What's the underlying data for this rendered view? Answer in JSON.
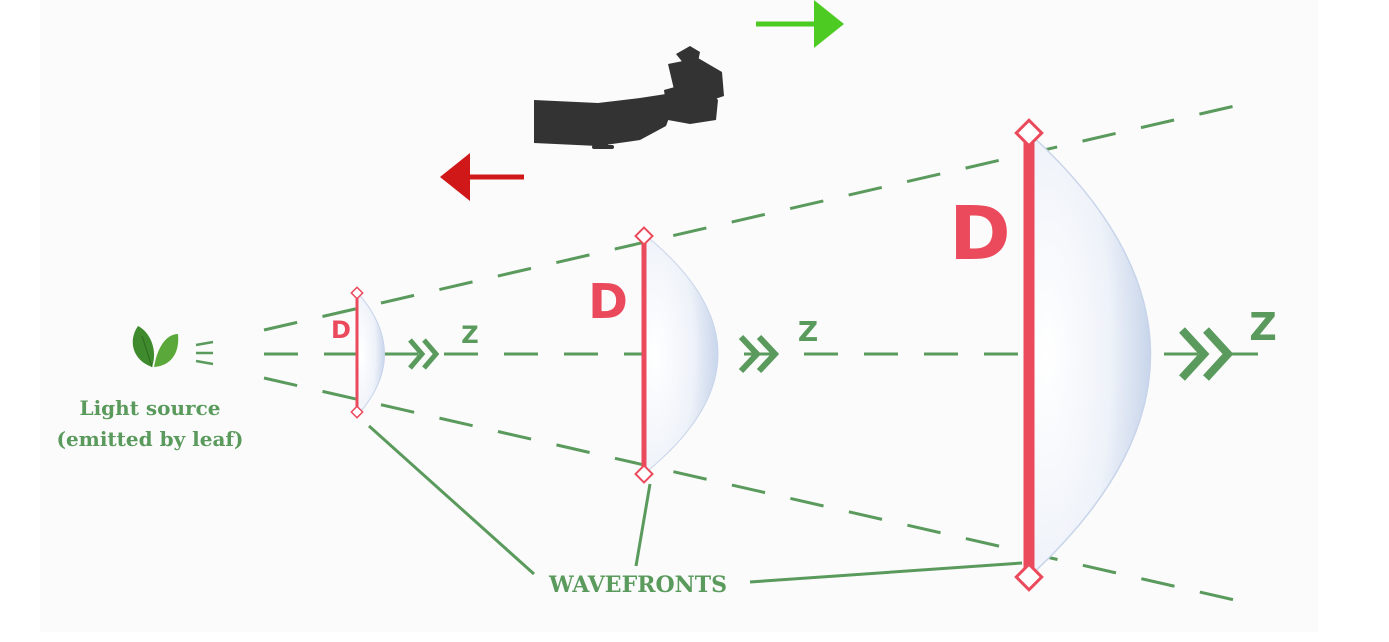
{
  "light_source": {
    "line1": "Light source",
    "line2": "(emitted by leaf)",
    "icon": "leaf-icon"
  },
  "wavefronts_label": "WAVEFRONTS",
  "wavefronts": [
    {
      "d_label": "D",
      "z_label": "Z"
    },
    {
      "d_label": "D",
      "z_label": "Z"
    },
    {
      "d_label": "D",
      "z_label": "Z"
    }
  ],
  "observer_icon": "spotting-scope-icon",
  "arrows": {
    "left": {
      "color": "#d01818",
      "icon": "arrow-left-icon"
    },
    "right": {
      "color": "#4ecb22",
      "icon": "arrow-right-icon"
    }
  },
  "colors": {
    "diameter": "#ea4a5c",
    "guide": "#5a9a5c",
    "lens": "#d9e3f2",
    "scope": "#333333"
  }
}
